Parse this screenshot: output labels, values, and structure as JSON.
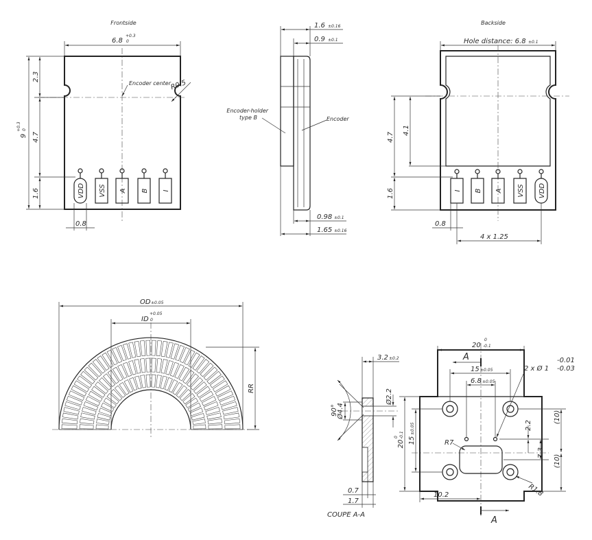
{
  "front": {
    "title": "Frontside",
    "width": "6.8",
    "width_tol_up": "+0.3",
    "width_tol_lo": "0",
    "height": "9",
    "height_tol_up": "+0.3",
    "height_tol_lo": "0",
    "dim_top": "2.3",
    "dim_mid": "4.7",
    "dim_bot": "1.6",
    "encoder_center": "Encoder center",
    "radius": "R0.5",
    "pad_offset": "0.8",
    "pads": [
      "VDD",
      "VSS",
      "A",
      "B",
      "I"
    ]
  },
  "side": {
    "dim_total_top": "1.6",
    "dim_total_top_tol": "±0.16",
    "dim_plate_top": "0.9",
    "dim_plate_top_tol": "±0.1",
    "holder_label": "Encoder-holder\ntype B",
    "encoder_label": "Encoder",
    "dim_enc_bot": "0.98",
    "dim_enc_bot_tol": "±0.1",
    "dim_total_bot": "1.65",
    "dim_total_bot_tol": "±0.16"
  },
  "back": {
    "title": "Backside",
    "hole_distance": "Hole distance: 6.8",
    "hole_distance_tol": "±0.1",
    "dim_a": "4.7",
    "dim_b": "4.1",
    "dim_c": "1.6",
    "pad_offset": "0.8",
    "pitch": "4 x 1.25",
    "pads": [
      "I",
      "B",
      "A",
      "VSS",
      "VDD"
    ]
  },
  "disc": {
    "od": "OD",
    "od_tol": "±0.05",
    "id": "ID",
    "id_tol_up": "+0.05",
    "id_tol_lo": "0",
    "rr": "RR"
  },
  "section": {
    "title": "COUPE A-A",
    "angle": "90°",
    "thickness": "3.2",
    "thickness_tol": "±0.2",
    "dia_small": "Ø2.2",
    "dia_large": "Ø4.4",
    "dim_07": "0.7",
    "dim_17": "1.7"
  },
  "holder": {
    "width": "20",
    "width_tol_up": "0",
    "width_tol_lo": "-0.1",
    "cut_top": "A",
    "cut_bot": "A",
    "span15": "15",
    "span15_tol": "±0.05",
    "span68": "6.8",
    "span68_tol": "±0.05",
    "holes": "2 x Ø 1",
    "holes_tol_up": "-0.01",
    "holes_tol_lo": "-0.03",
    "height": "20",
    "height_tol_up": "0",
    "height_tol_lo": "-0.1",
    "vspan15": "15",
    "vspan15_tol": "±0.05",
    "r7": "R7",
    "dim22": "2.2",
    "dim73": "7.3",
    "ref_top": "(10)",
    "ref_bot": "(10)",
    "dim102": "10.2",
    "r18": "R1.8"
  }
}
